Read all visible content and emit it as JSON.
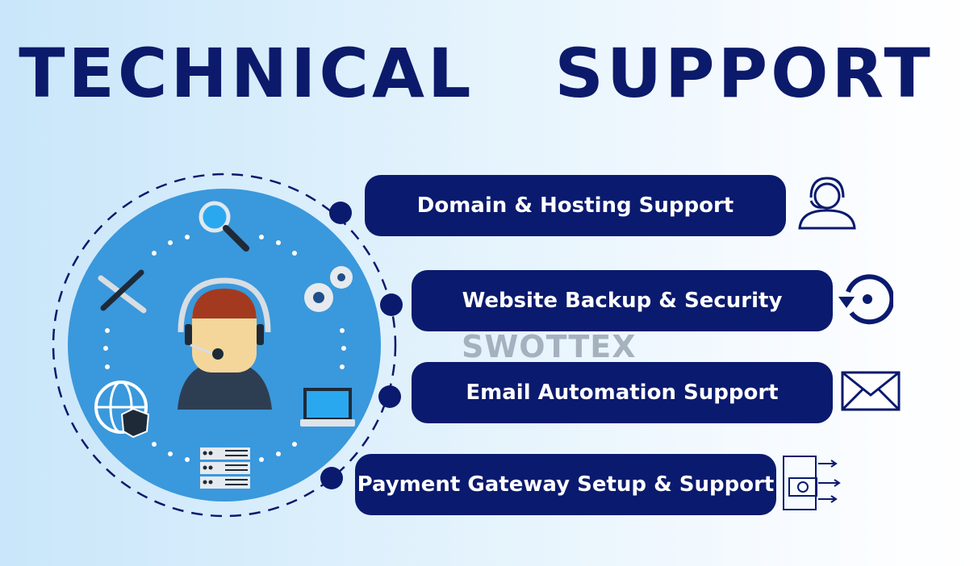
{
  "title": "TECHNICAL   SUPPORT",
  "watermark": "SWOTTEX",
  "services": [
    {
      "label": "Domain & Hosting Support",
      "icon": "headset-agent-icon"
    },
    {
      "label": "Website Backup & Security",
      "icon": "backup-restore-icon"
    },
    {
      "label": "Email Automation Support",
      "icon": "envelope-icon"
    },
    {
      "label": "Payment Gateway Setup & Support",
      "icon": "payment-card-icon"
    }
  ],
  "colors": {
    "navy": "#0a1a6e",
    "circle": "#3a98dc",
    "bg": "#c9e6fa"
  }
}
